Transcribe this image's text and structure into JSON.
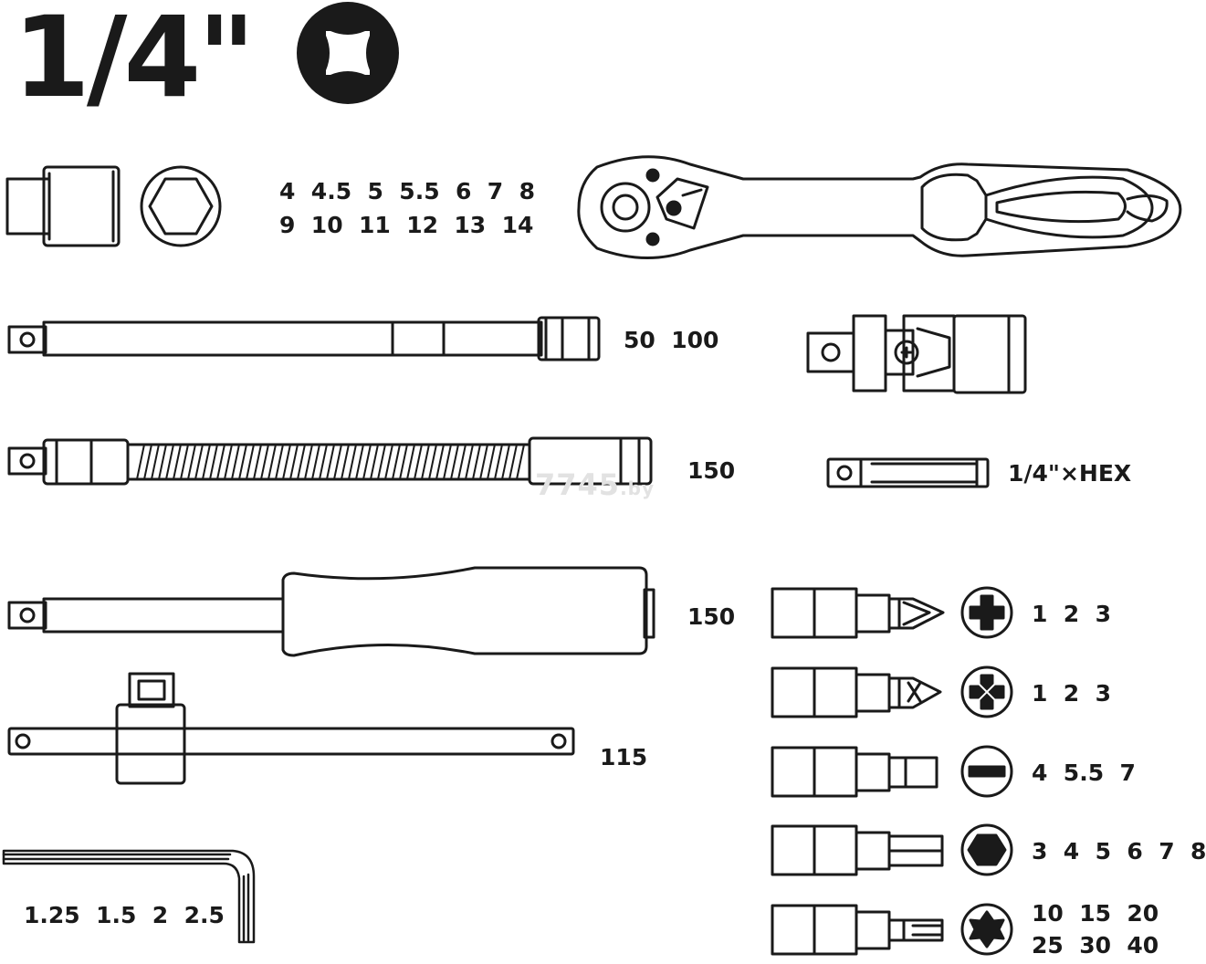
{
  "title": "1/4\"",
  "watermark": {
    "main": "7745",
    "suffix": ".by"
  },
  "sockets": {
    "row1": "4  4.5  5  5.5  6  7  8",
    "row2": "9  10  11  12  13  14"
  },
  "extension_bar": "50  100",
  "flex_extension": "150",
  "adapter": "1/4\"×HEX",
  "spinner_handle": "150",
  "t_bar": "115",
  "hex_keys": "1.25  1.5  2  2.5",
  "bits": {
    "phillips": "1  2  3",
    "pozidriv": "1  2  3",
    "slotted": "4  5.5  7",
    "hex": "3  4  5  6  7  8",
    "torx_row1": "10  15  20",
    "torx_row2": "25  30  40"
  }
}
